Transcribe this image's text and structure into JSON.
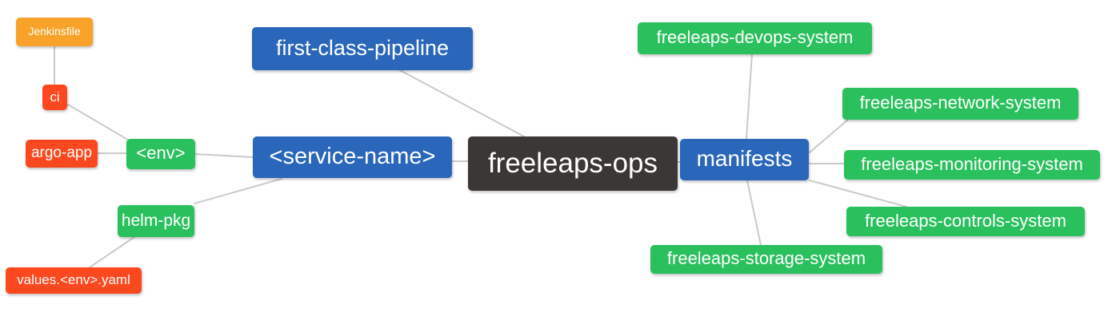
{
  "diagram": {
    "kind": "mindmap",
    "root_label": "freeleaps-ops",
    "background": "#ffffff"
  },
  "palette": {
    "root_bg": "#3b3734",
    "branch_blue": "#2a66ba",
    "leaf_green": "#2bc05e",
    "leaf_red": "#fb481e",
    "leaf_orange": "#f8a22a",
    "edge_line": "#cacaca",
    "node_text": "#ffffff"
  },
  "nodes": [
    {
      "id": "jenkinsfile",
      "label": "Jenkinsfile",
      "color": "#f8a22a"
    },
    {
      "id": "ci",
      "label": "ci",
      "color": "#fb481e"
    },
    {
      "id": "argo-app",
      "label": "argo-app",
      "color": "#fb481e"
    },
    {
      "id": "env",
      "label": "<env>",
      "color": "#2bc05e"
    },
    {
      "id": "helm-pkg",
      "label": "helm-pkg",
      "color": "#2bc05e"
    },
    {
      "id": "values-env-yaml",
      "label": "values.<env>.yaml",
      "color": "#fb481e"
    },
    {
      "id": "first-class-pipeline",
      "label": "first-class-pipeline",
      "color": "#2a66ba"
    },
    {
      "id": "service-name",
      "label": "<service-name>",
      "color": "#2a66ba"
    },
    {
      "id": "freeleaps-ops",
      "label": "freeleaps-ops",
      "color": "#3b3734"
    },
    {
      "id": "manifests",
      "label": "manifests",
      "color": "#2a66ba"
    },
    {
      "id": "devops-system",
      "label": "freeleaps-devops-system",
      "color": "#2bc05e"
    },
    {
      "id": "network-system",
      "label": "freeleaps-network-system",
      "color": "#2bc05e"
    },
    {
      "id": "monitoring-system",
      "label": "freeleaps-monitoring-system",
      "color": "#2bc05e"
    },
    {
      "id": "controls-system",
      "label": "freeleaps-controls-system",
      "color": "#2bc05e"
    },
    {
      "id": "storage-system",
      "label": "freeleaps-storage-system",
      "color": "#2bc05e"
    }
  ],
  "edges": [
    {
      "from": "jenkinsfile",
      "to": "ci"
    },
    {
      "from": "ci",
      "to": "env"
    },
    {
      "from": "argo-app",
      "to": "env"
    },
    {
      "from": "env",
      "to": "service-name"
    },
    {
      "from": "helm-pkg",
      "to": "service-name"
    },
    {
      "from": "values-env-yaml",
      "to": "helm-pkg"
    },
    {
      "from": "first-class-pipeline",
      "to": "freeleaps-ops"
    },
    {
      "from": "service-name",
      "to": "freeleaps-ops"
    },
    {
      "from": "freeleaps-ops",
      "to": "manifests"
    },
    {
      "from": "manifests",
      "to": "devops-system"
    },
    {
      "from": "manifests",
      "to": "network-system"
    },
    {
      "from": "manifests",
      "to": "monitoring-system"
    },
    {
      "from": "manifests",
      "to": "controls-system"
    },
    {
      "from": "manifests",
      "to": "storage-system"
    }
  ]
}
